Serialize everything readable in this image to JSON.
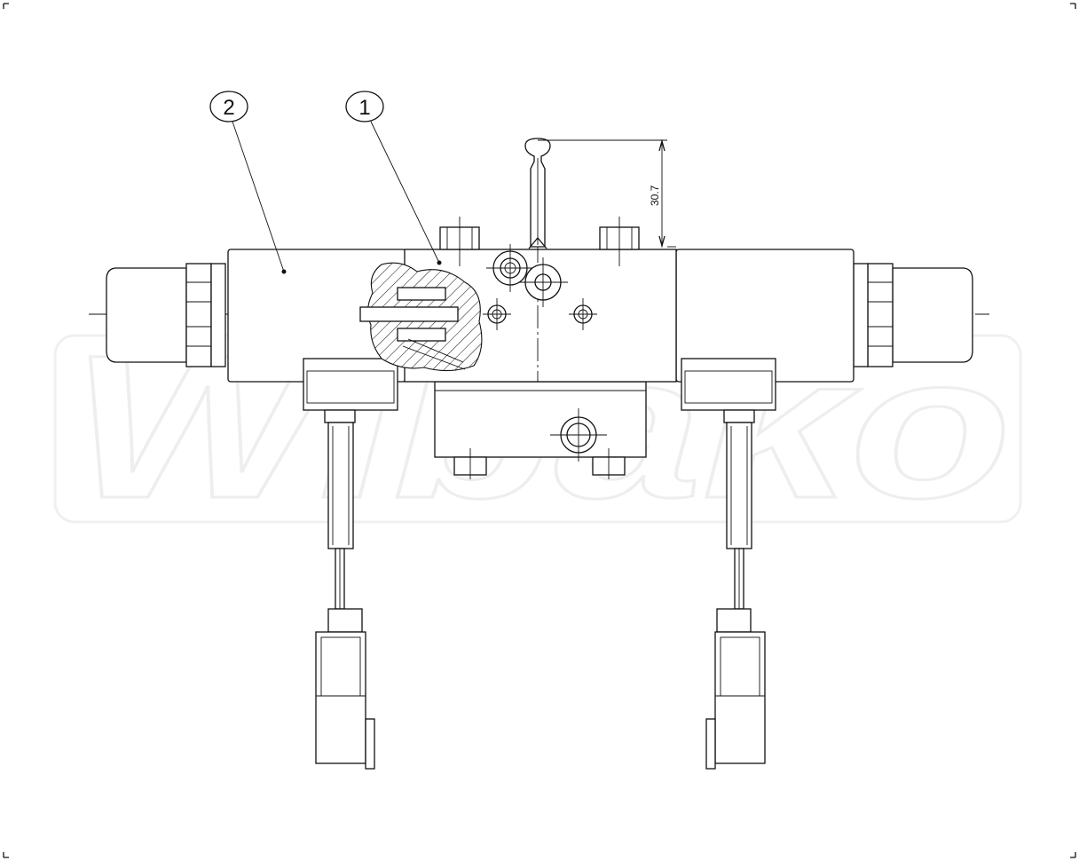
{
  "watermark": {
    "text": "Wibako"
  },
  "callouts": [
    {
      "id": "2",
      "label": "2"
    },
    {
      "id": "1",
      "label": "1"
    }
  ],
  "dimension": {
    "value": "30.7"
  }
}
